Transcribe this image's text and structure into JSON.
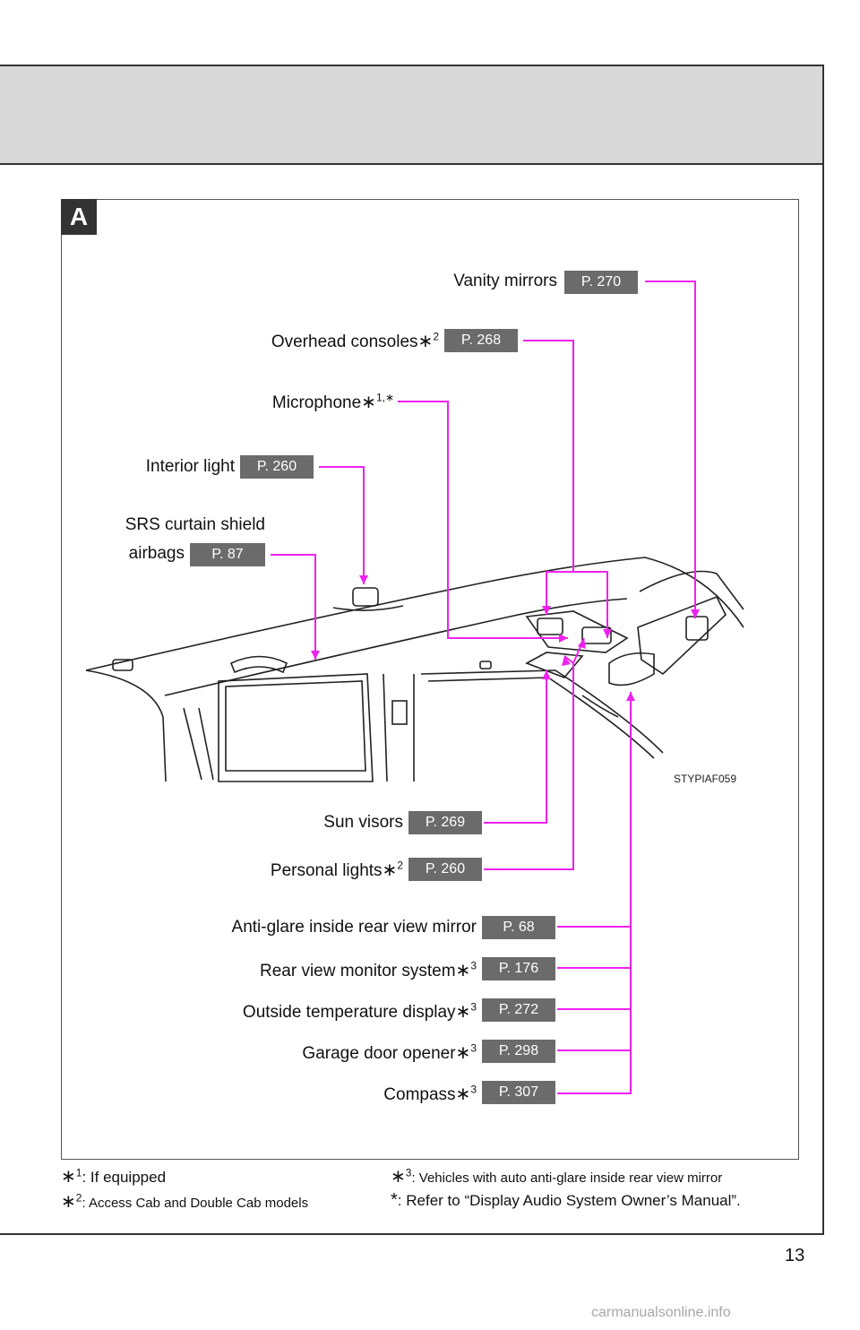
{
  "section_label": "A",
  "image_code": "STYPIAF059",
  "page_number": "13",
  "watermark": "carmanualsonline.info",
  "colors": {
    "leader": "#ee22ee",
    "page_ref_bg": "#6b6b6b",
    "header_band": "#d9d9d9"
  },
  "labels": {
    "vanity_mirrors": {
      "text": "Vanity mirrors",
      "page": "P. 270"
    },
    "overhead_consoles": {
      "text": "Overhead consoles",
      "mark": "∗",
      "sup": "2",
      "page": "P. 268"
    },
    "microphone": {
      "text": "Microphone",
      "mark": "∗",
      "sup": "1,∗"
    },
    "interior_light": {
      "text": "Interior light",
      "page": "P. 260"
    },
    "srs_airbags": {
      "text_line1": "SRS curtain shield",
      "text_line2": "airbags",
      "page": "P. 87"
    },
    "sun_visors": {
      "text": "Sun visors",
      "page": "P. 269"
    },
    "personal_lights": {
      "text": "Personal lights",
      "mark": "∗",
      "sup": "2",
      "page": "P. 260"
    },
    "anti_glare_mirror": {
      "text": "Anti-glare inside rear view mirror",
      "page": "P. 68"
    },
    "rear_view_monitor": {
      "text": "Rear view monitor system",
      "mark": "∗",
      "sup": "3",
      "page": "P. 176"
    },
    "outside_temp": {
      "text": "Outside temperature display",
      "mark": "∗",
      "sup": "3",
      "page": "P. 272"
    },
    "garage_door": {
      "text": "Garage door opener",
      "mark": "∗",
      "sup": "3",
      "page": "P. 298"
    },
    "compass": {
      "text": "Compass",
      "mark": "∗",
      "sup": "3",
      "page": "P. 307"
    }
  },
  "footnotes": {
    "n1": {
      "mark": "∗",
      "sup": "1",
      "text": ": If equipped"
    },
    "n2": {
      "mark": "∗",
      "sup": "2",
      "text": ": Access Cab and Double Cab models"
    },
    "n3": {
      "mark": "∗",
      "sup": "3",
      "text": ": Vehicles with auto anti-glare inside rear view mirror"
    },
    "n4": {
      "mark": "*",
      "text": ": Refer to “Display Audio System Owner’s Manual”."
    }
  }
}
